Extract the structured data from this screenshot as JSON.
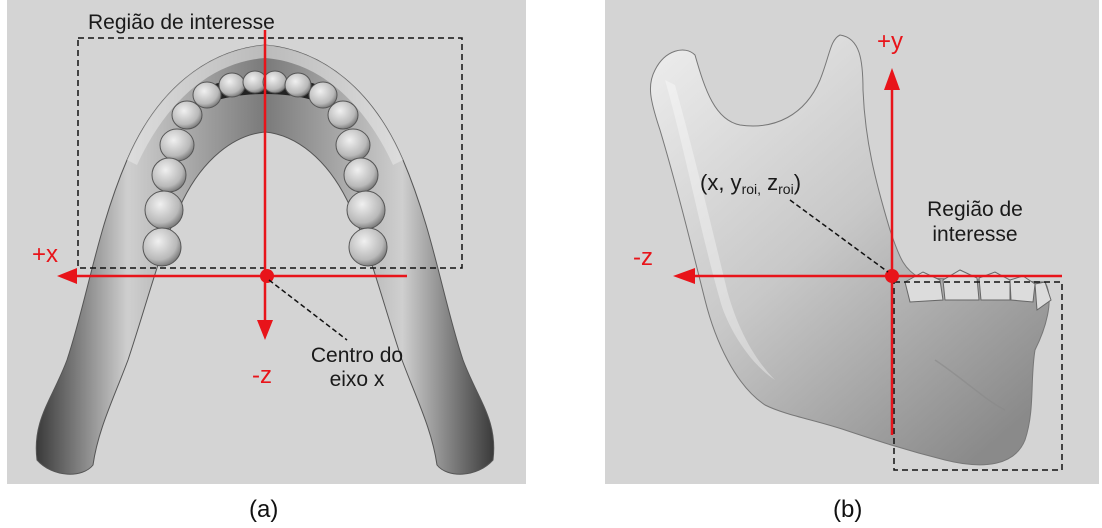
{
  "panel_a": {
    "roi_label": "Região de interesse",
    "axis_x_label": "+x",
    "axis_z_label": "-z",
    "center_label_line1": "Centro do",
    "center_label_line2": "eixo x",
    "caption": "(a)"
  },
  "panel_b": {
    "axis_y_label": "+y",
    "axis_z_label": "-z",
    "coord_open": "(x, y",
    "coord_sub_y": "roi,",
    "coord_mid": " z",
    "coord_sub_z": "roi",
    "coord_close": ")",
    "roi_label_line1": "Região de",
    "roi_label_line2": "interesse",
    "caption": "(b)"
  },
  "colors": {
    "axis": "#e8141a",
    "background": "#d4d4d4",
    "dashed_box": "#111111"
  }
}
